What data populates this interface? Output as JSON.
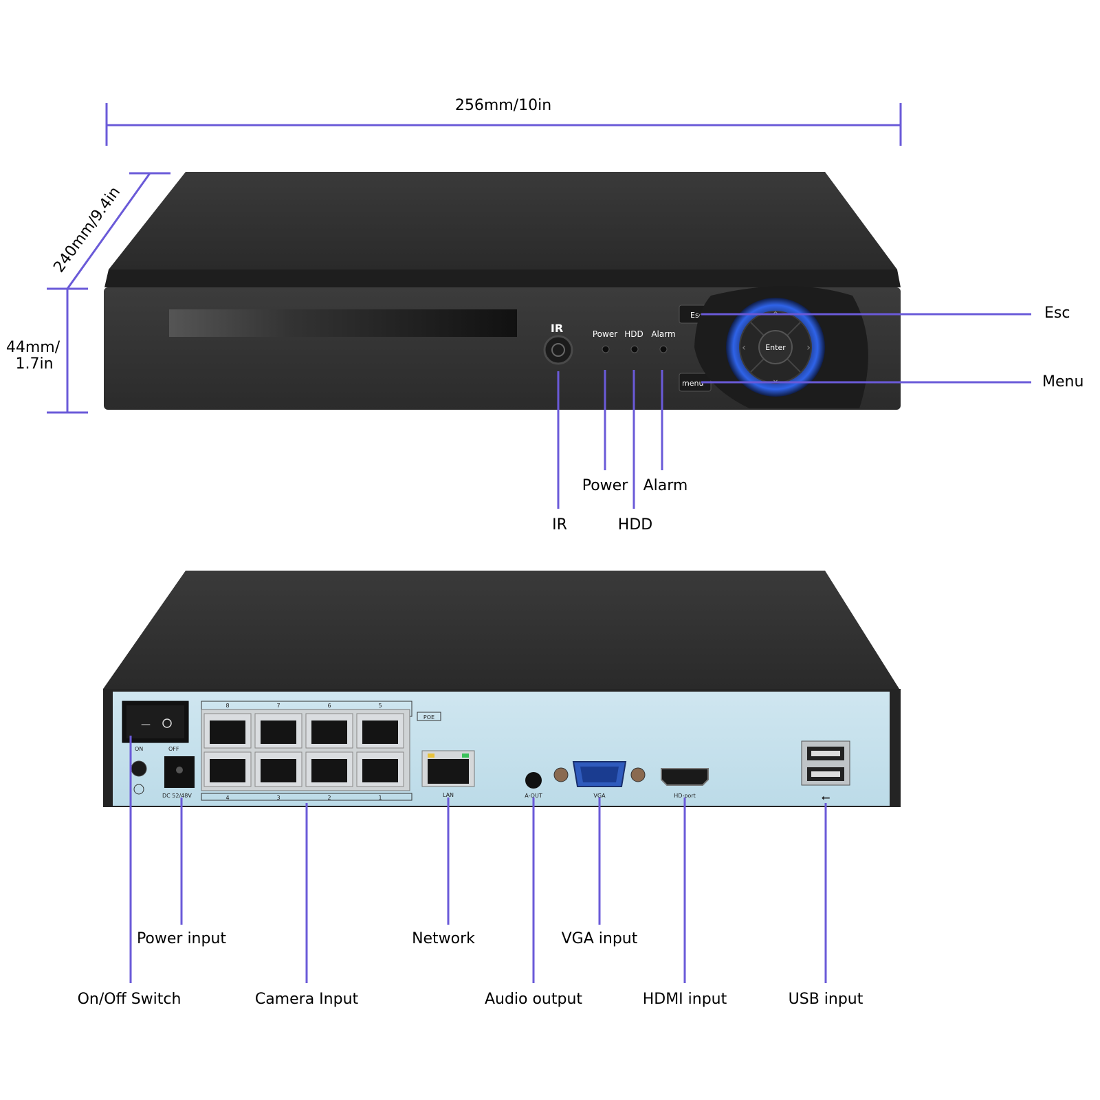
{
  "dimensions": {
    "width": "256mm/10in",
    "depth": "240mm/9.4in",
    "height_line1": "44mm/",
    "height_line2": "1.7in"
  },
  "front_panel": {
    "ir_label": "IR",
    "led_power": "Power",
    "led_hdd": "HDD",
    "led_alarm": "Alarm",
    "esc_button": "Esc",
    "menu_button": "menu",
    "enter_button": "Enter"
  },
  "front_callouts": {
    "esc": "Esc",
    "menu": "Menu",
    "power": "Power",
    "alarm": "Alarm",
    "ir": "IR",
    "hdd": "HDD"
  },
  "rear_panel": {
    "switch_on": "ON",
    "switch_off": "OFF",
    "power_port": "DC 52/48V",
    "poe_tag": "POE",
    "poe_top_numbers": [
      "8",
      "7",
      "6",
      "5"
    ],
    "poe_bottom_numbers": [
      "4",
      "3",
      "2",
      "1"
    ],
    "lan": "LAN",
    "audio_out": "A-OUT",
    "vga": "VGA",
    "hdmi": "HD-port"
  },
  "rear_callouts": {
    "power_input": "Power input",
    "network": "Network",
    "vga_input": "VGA input",
    "on_off_switch": "On/Off Switch",
    "camera_input": "Camera Input",
    "audio_output": "Audio output",
    "hdmi_input": "HDMI input",
    "usb_input": "USB input"
  },
  "colors": {
    "callout_line": "#6a5ad8",
    "device_body": "#2c2c2c",
    "rear_panel_bg": "#c7e2ee",
    "nav_ring": "#2a5bd8"
  }
}
